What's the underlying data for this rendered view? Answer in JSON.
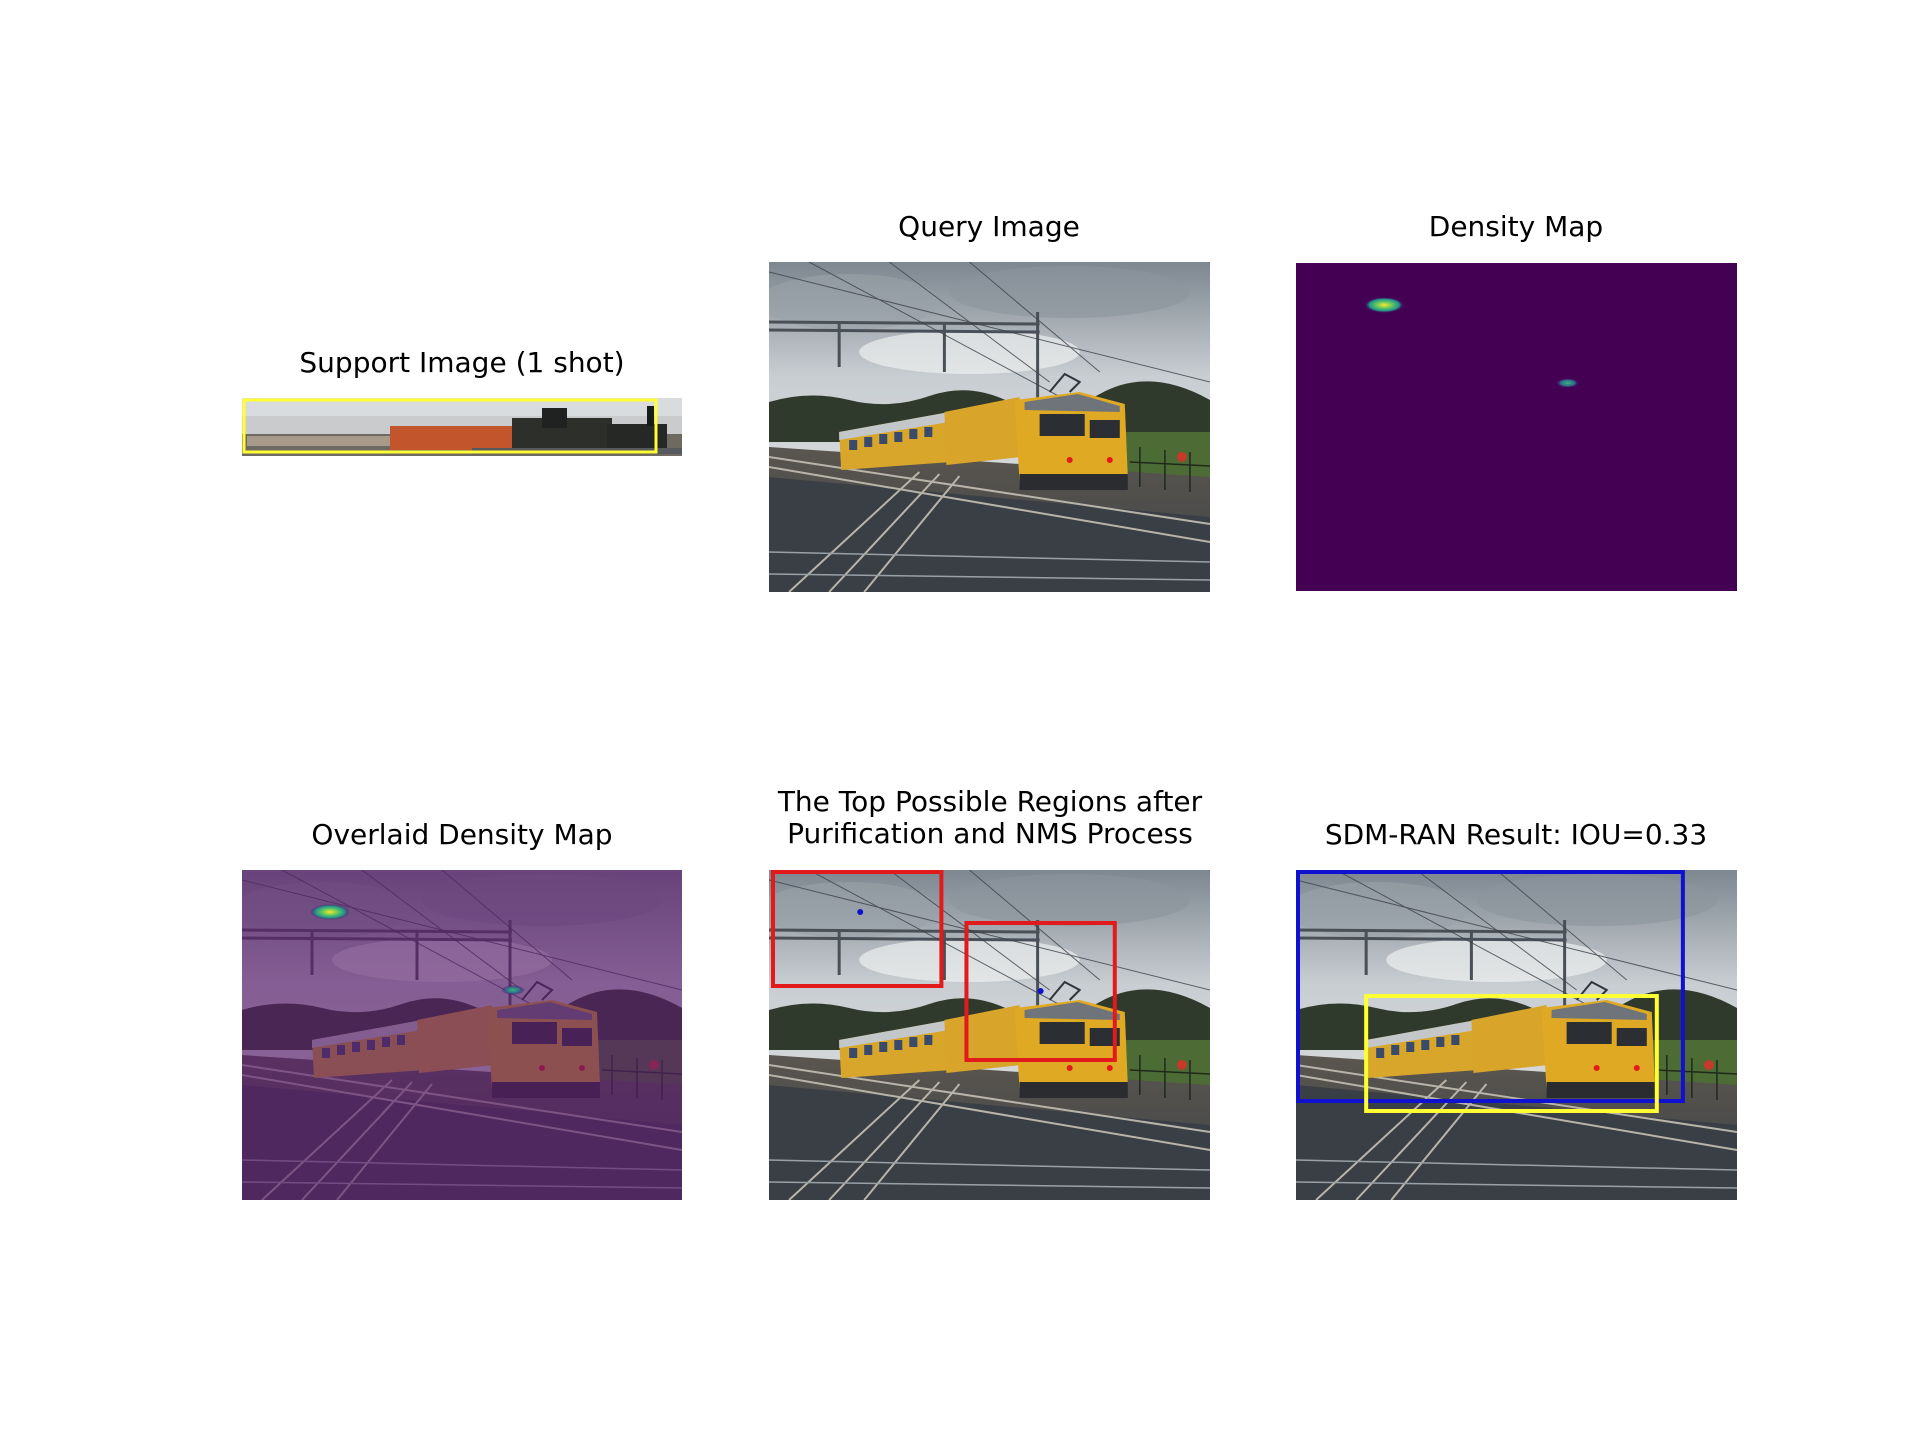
{
  "figure": {
    "panels": [
      {
        "id": "support",
        "title": "Support Image (1 shot)"
      },
      {
        "id": "query",
        "title": "Query Image"
      },
      {
        "id": "density",
        "title": "Density Map"
      },
      {
        "id": "overlaid",
        "title": "Overlaid Density Map"
      },
      {
        "id": "regions",
        "title_line1": "The Top Possible Regions after",
        "title_line2": "Purification and NMS Process"
      },
      {
        "id": "result",
        "title": "SDM-RAN Result: IOU=0.33"
      }
    ],
    "colors": {
      "support_box": "#ffff33",
      "region_box": "#e31a1c",
      "prediction_box": "#1010d0",
      "ground_truth_box": "#ffff33",
      "density_background": "#440154",
      "overlay_tint": "#5a1a6e"
    }
  }
}
